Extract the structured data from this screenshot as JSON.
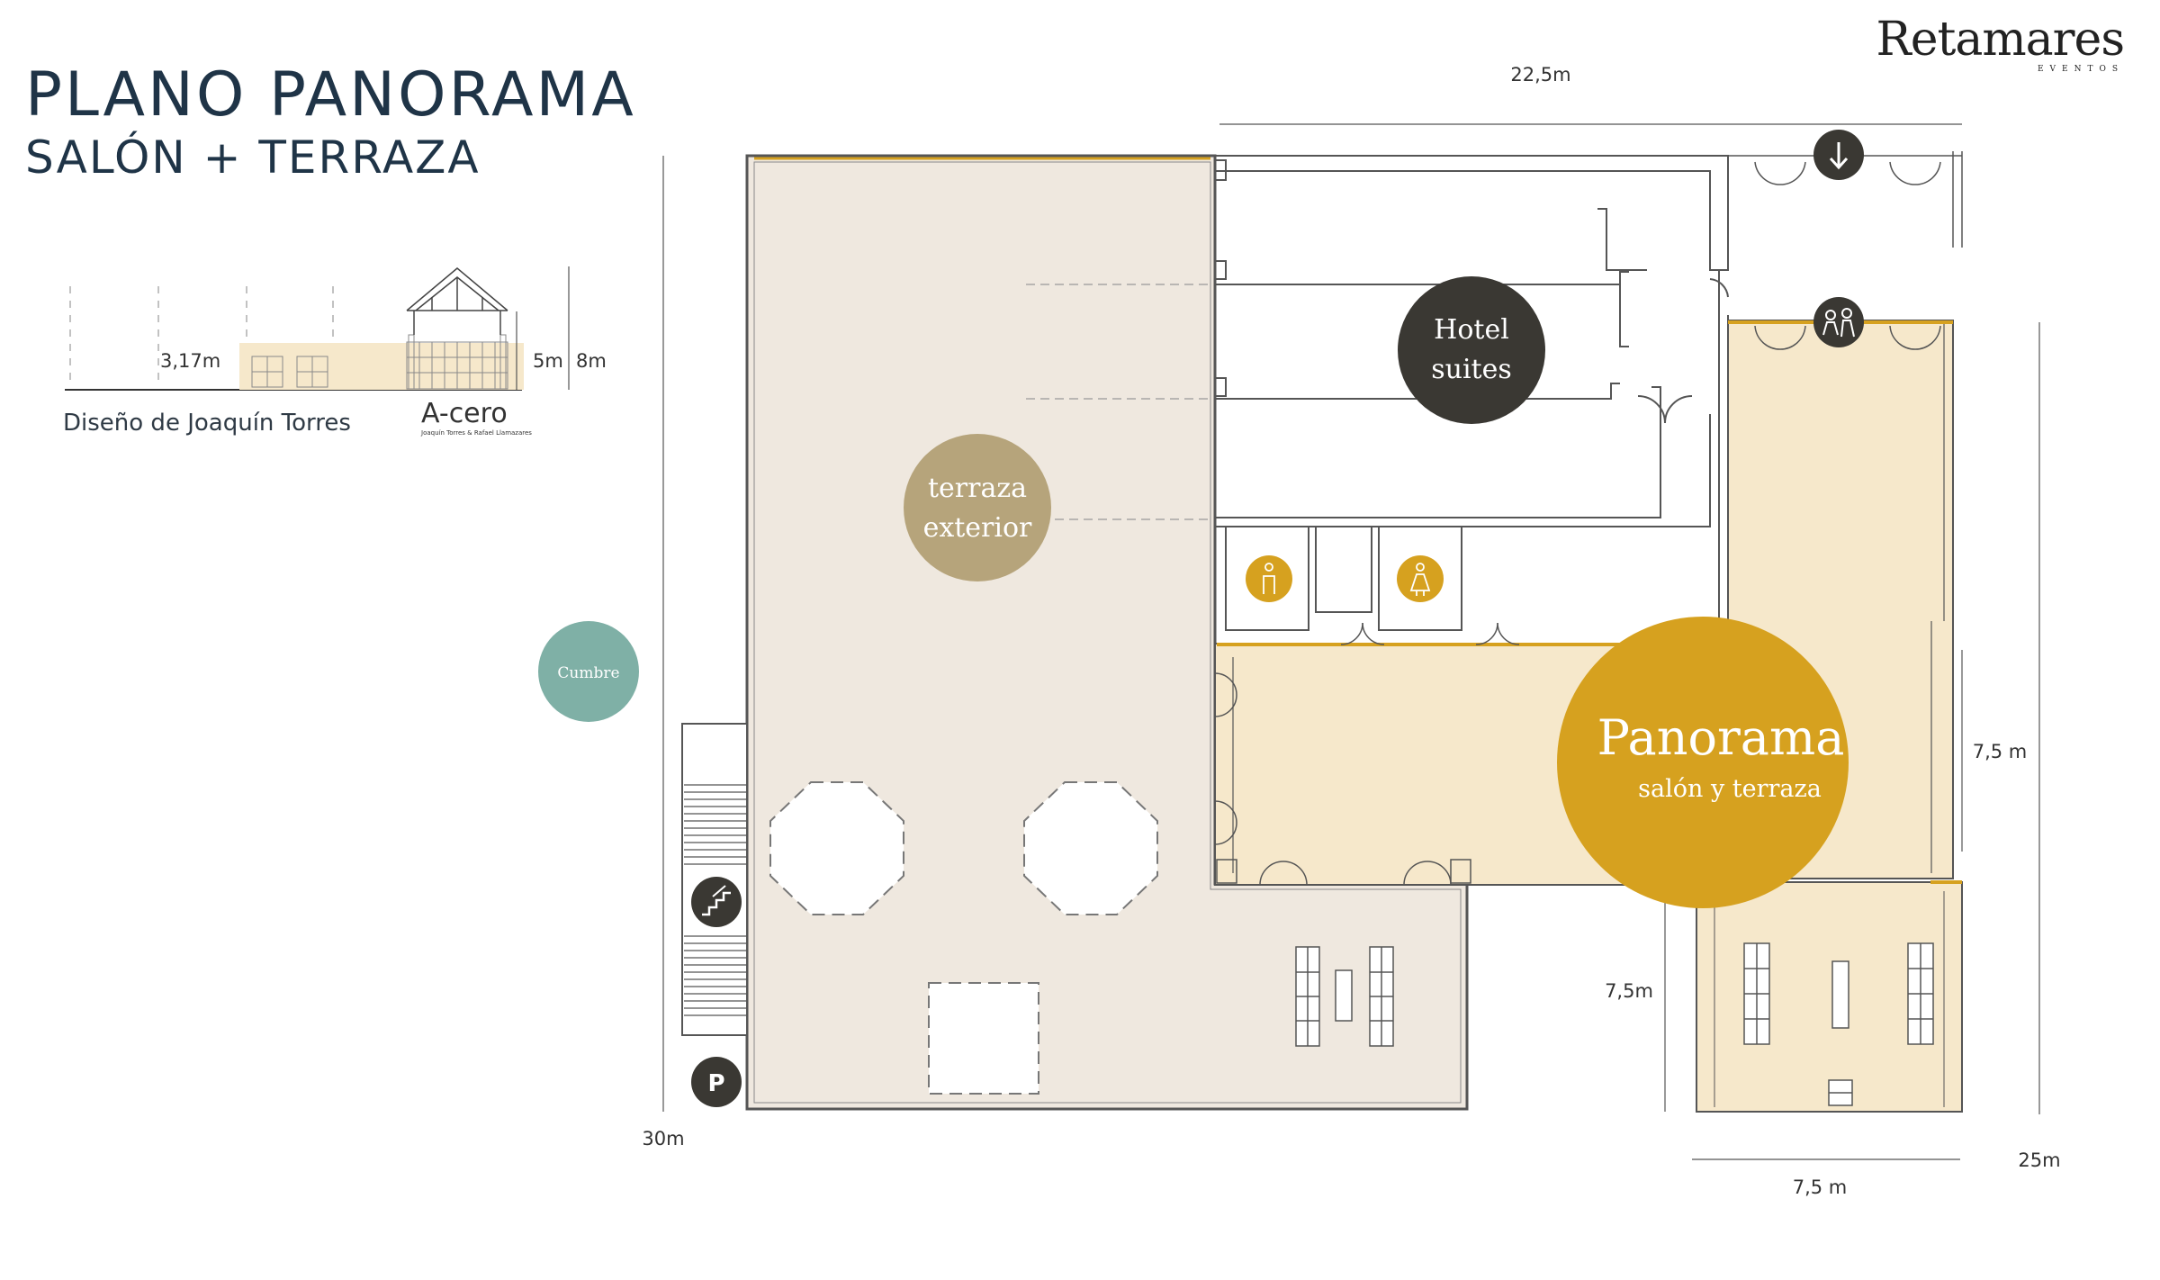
{
  "header": {
    "title": "PLANO PANORAMA",
    "subtitle": "SALÓN + TERRAZA",
    "design_credit": "Diseño de Joaquín Torres"
  },
  "brand": {
    "logo_text": "Retamares",
    "logo_subtext": "EVENTOS",
    "architect_logo": "A-cero",
    "architect_logo_subtext": "Joaquín Torres & Rafael Llamazares"
  },
  "section_view": {
    "height_low": "3,17m",
    "height_mid": "5m",
    "height_high": "8m"
  },
  "dimensions": {
    "top_width": "22,5m",
    "left_height": "30m",
    "right_height": "25m",
    "salon_height": "7,5 m",
    "terrace_height": "7,5m",
    "terrace_width": "7,5 m"
  },
  "spaces": {
    "cumbre": "Cumbre",
    "terraza_line1": "terraza",
    "terraza_line2": "exterior",
    "hotel_line1": "Hotel",
    "hotel_line2": "suites",
    "panorama_main": "Panorama",
    "panorama_sub": "salón y terraza"
  },
  "icons": {
    "exit": "arrow-down-icon",
    "reception": "people-icon",
    "stairs": "stairs-icon",
    "parking": "parking-icon",
    "parking_label": "P",
    "restroom_men": "man-icon",
    "restroom_women": "woman-icon"
  },
  "colors": {
    "navy": "#1f3447",
    "gold": "#d6a11f",
    "khaki": "#b6a47b",
    "sage": "#7fb0a6",
    "charcoal": "#3a3833",
    "terrace_fill": "#efe8df",
    "salon_fill": "#f6e8cb"
  }
}
